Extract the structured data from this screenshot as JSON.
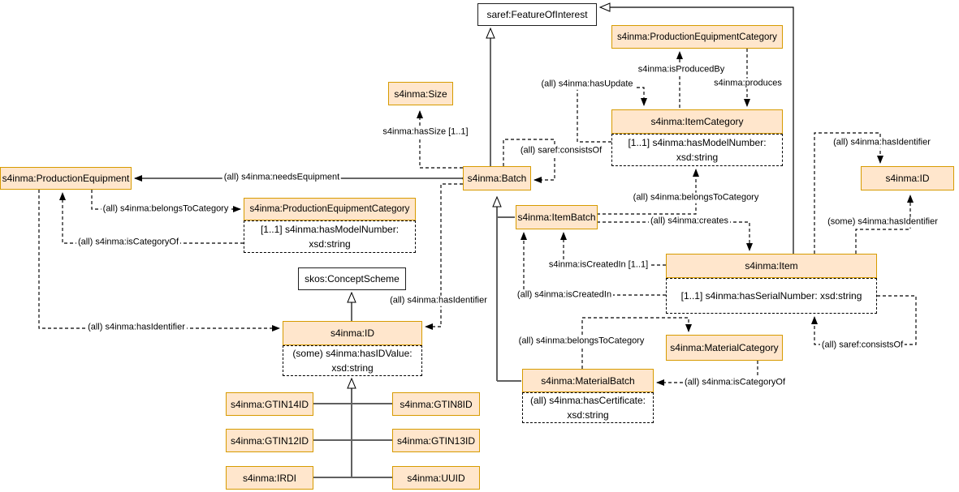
{
  "diagram": {
    "classes": {
      "feature_of_interest": {
        "label": "saref:FeatureOfInterest"
      },
      "production_equipment_category_top": {
        "label": "s4inma:ProductionEquipmentCategory"
      },
      "item_category": {
        "label": "s4inma:ItemCategory",
        "attribute": "[1..1] s4inma:hasModelNumber:\nxsd:string"
      },
      "size": {
        "label": "s4inma:Size"
      },
      "batch": {
        "label": "s4inma:Batch"
      },
      "production_equipment": {
        "label": "s4inma:ProductionEquipment"
      },
      "production_equipment_category_left": {
        "label": "s4inma:ProductionEquipmentCategory",
        "attribute": "[1..1] s4inma:hasModelNumber:\nxsd:string"
      },
      "item_batch": {
        "label": "s4inma:ItemBatch"
      },
      "id_right": {
        "label": "s4inma:ID"
      },
      "item": {
        "label": "s4inma:Item",
        "attribute": "[1..1] s4inma:hasSerialNumber: xsd:string"
      },
      "concept_scheme": {
        "label": "skos:ConceptScheme"
      },
      "id_center": {
        "label": "s4inma:ID",
        "attribute": "(some) s4inma:hasIDValue:\nxsd:string"
      },
      "material_category": {
        "label": "s4inma:MaterialCategory"
      },
      "material_batch": {
        "label": "s4inma:MaterialBatch",
        "attribute": "(all) s4inma:hasCertificate:\nxsd:string"
      },
      "gtin14": {
        "label": "s4inma:GTIN14ID"
      },
      "gtin8": {
        "label": "s4inma:GTIN8ID"
      },
      "gtin12": {
        "label": "s4inma:GTIN12ID"
      },
      "gtin13": {
        "label": "s4inma:GTIN13ID"
      },
      "irdi": {
        "label": "s4inma:IRDI"
      },
      "uuid": {
        "label": "s4inma:UUID"
      }
    },
    "edge_labels": {
      "needs_equipment": "(all) s4inma:needsEquipment",
      "has_size": "s4inma:hasSize [1..1]",
      "consists_of_batch": "(all) saref:consistsOf",
      "has_update": "(all) s4inma:hasUpdate",
      "is_produced_by": "s4inma:isProducedBy",
      "produces": "s4inma:produces",
      "belongs_to_category_item": "(all) s4inma:belongsToCategory",
      "creates": "(all) s4inma:creates",
      "is_created_in_11": "s4inma:isCreatedIn [1..1]",
      "is_created_in_all": "(all) s4inma:isCreatedIn",
      "has_identifier_all_right": "(all) s4inma:hasIdentifier",
      "has_identifier_some": "(some) s4inma:hasIdentifier",
      "has_identifier_batch": "(all) s4inma:hasIdentifier",
      "has_identifier_pe": "(all) s4inma:hasIdentifier",
      "belongs_to_category_pe": "(all) s4inma:belongsToCategory",
      "is_category_of_pe": "(all) s4inma:isCategoryOf",
      "belongs_to_category_mb": "(all) s4inma:belongsToCategory",
      "is_category_of_mc": "(all) s4inma:isCategoryOf",
      "consists_of_item": "(all) saref:consistsOf"
    },
    "colors": {
      "class_fill": "#FFE6CC",
      "class_border": "#D79B00",
      "neutral_fill": "#FFFFFF",
      "neutral_border": "#1F1F1F",
      "line": "#000000",
      "generalization_line": "#616161"
    }
  }
}
